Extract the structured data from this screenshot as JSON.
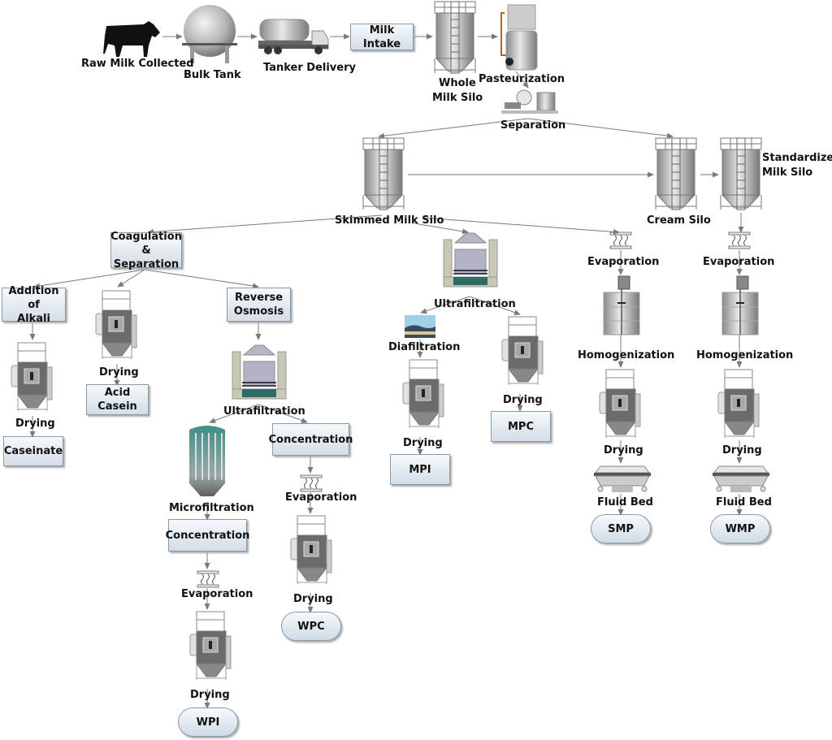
{
  "diagram": {
    "title": "Dairy processing flow",
    "colors": {
      "box_top": "#f7fafc",
      "box_bottom": "#d3dde6",
      "arrow": "#7a7a7a",
      "silo": "#b8b8b8",
      "membrane": "#3d8a84"
    },
    "labels": {
      "raw_milk": "Raw Milk Collected",
      "bulk_tank": "Bulk Tank",
      "tanker": "Tanker Delivery",
      "whole_silo": "Whole\nMilk Silo",
      "whole_silo_1": "Whole",
      "whole_silo_2": "Milk Silo",
      "pasteurization": "Pasteurization",
      "separation": "Separation",
      "skimmed_silo": "Skimmed Milk Silo",
      "cream_silo": "Cream Silo",
      "std_silo_1": "Standardized",
      "std_silo_2": "Milk Silo",
      "drying": "Drying",
      "ultrafiltration": "Ultrafiltration",
      "microfiltration": "Microfiltration",
      "evaporation": "Evaporation",
      "diafiltration": "Diafiltration",
      "homogenization": "Homogenization",
      "fluid_bed": "Fluid Bed"
    },
    "boxes": {
      "milk_intake": "Milk Intake",
      "coag_1": "Coagulation",
      "coag_2": "& Separation",
      "alkali_1": "Addition of",
      "alkali_2": "Alkali",
      "ro_1": "Reverse",
      "ro_2": "Osmosis",
      "acid_casein": "Acid Casein",
      "caseinate": "Caseinate",
      "concentration": "Concentration",
      "mpc": "MPC",
      "mpi": "MPI"
    },
    "products": {
      "wpi": "WPI",
      "wpc": "WPC",
      "smp": "SMP",
      "wmp": "WMP"
    }
  }
}
